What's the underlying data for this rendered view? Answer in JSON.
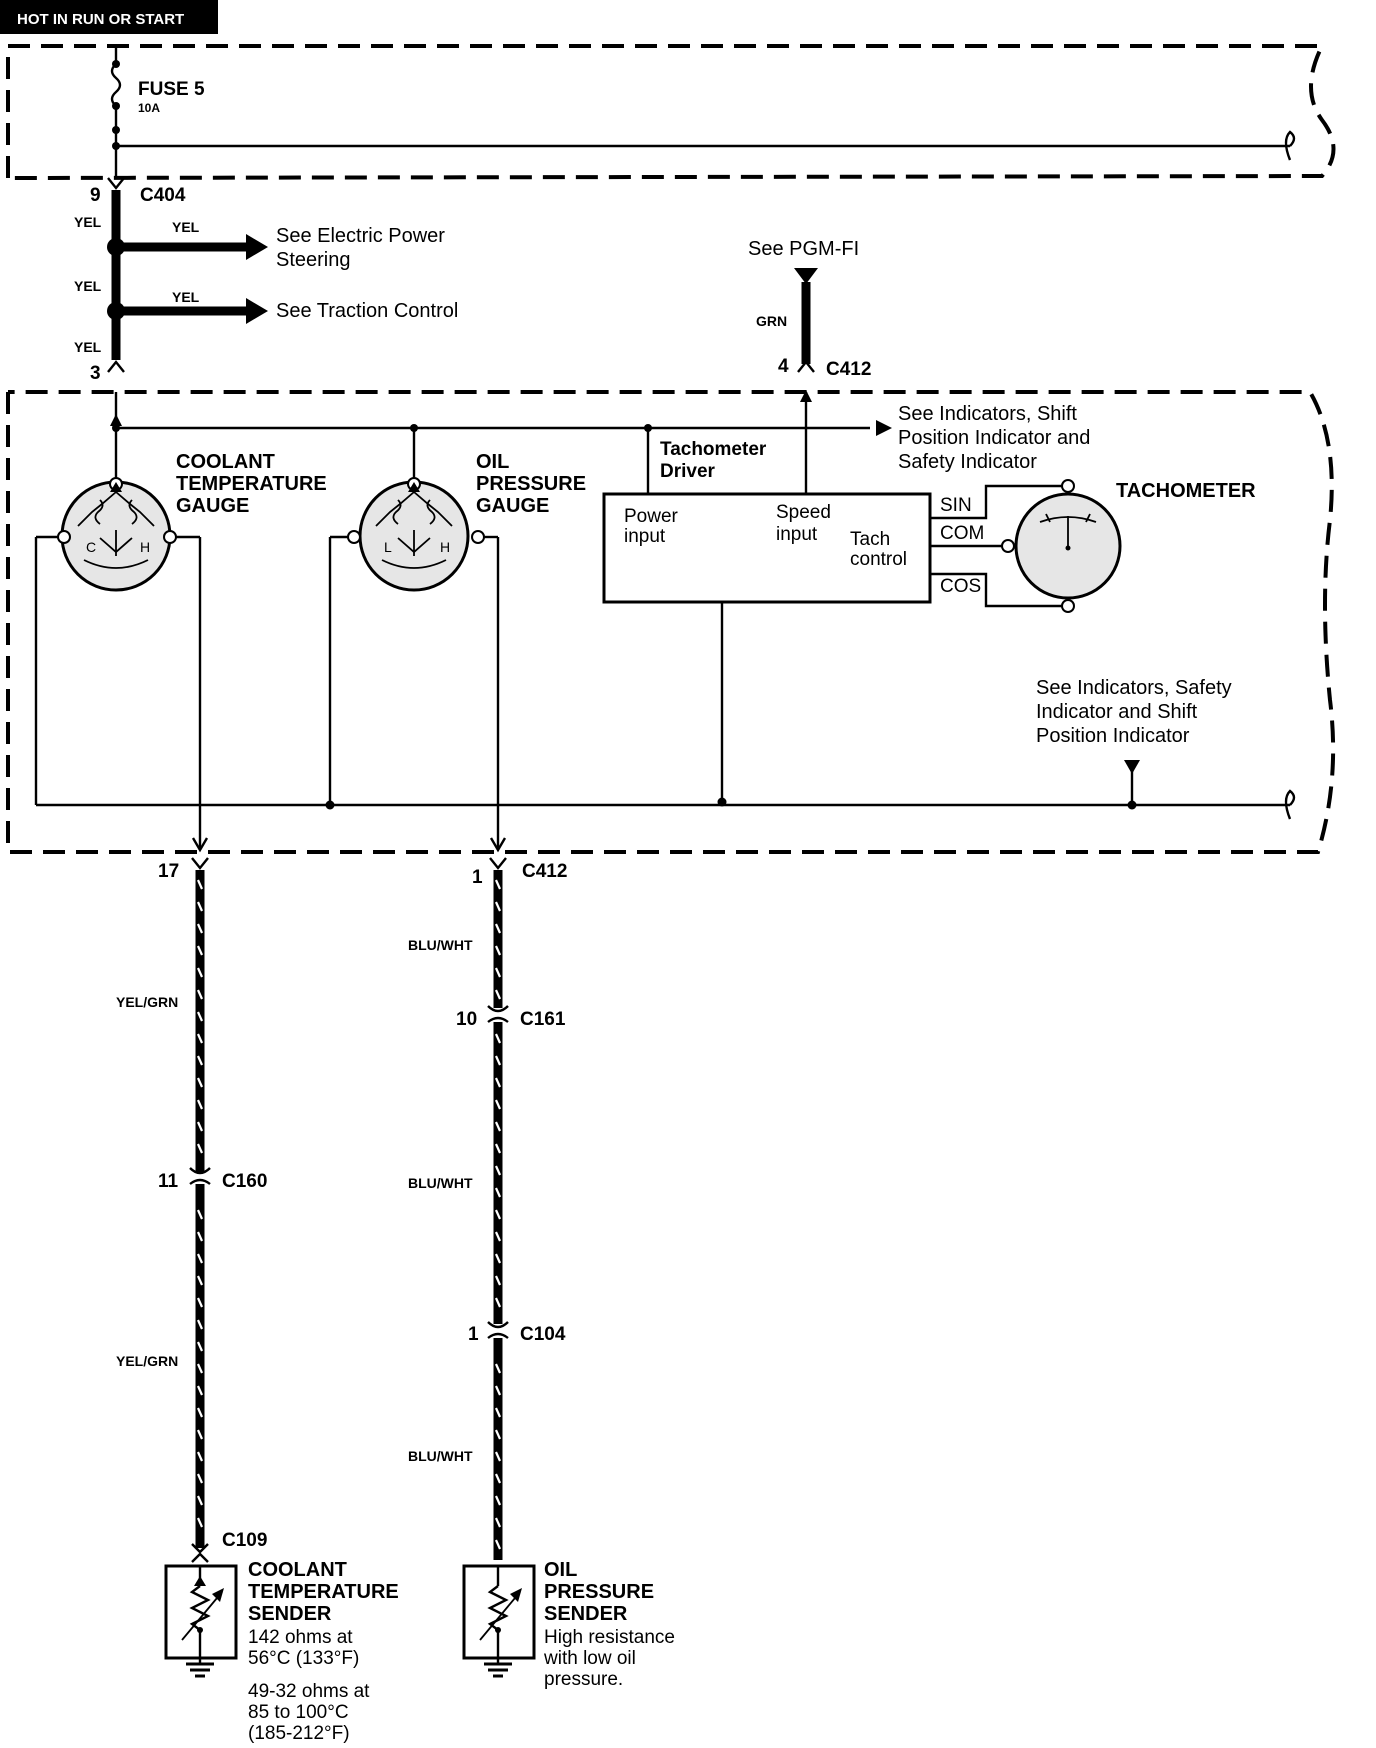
{
  "header": {
    "label": "HOT IN RUN OR START"
  },
  "fuse": {
    "name": "FUSE 5",
    "rating": "10A"
  },
  "connectors": {
    "c404": {
      "name": "C404",
      "pin_top": "9",
      "pin_bottom": "3"
    },
    "c412_top": {
      "name": "C412",
      "pin": "4"
    },
    "c412_bottom": {
      "name": "C412",
      "pin_left": "17",
      "pin_right": "1"
    },
    "c161": {
      "name": "C161",
      "pin": "10"
    },
    "c160": {
      "name": "C160",
      "pin": "11"
    },
    "c104": {
      "name": "C104",
      "pin": "1"
    },
    "c109": {
      "name": "C109"
    }
  },
  "wires": {
    "yel": "YEL",
    "grn": "GRN",
    "yel_grn": "YEL/GRN",
    "blu_wht": "BLU/WHT"
  },
  "refs": {
    "eps": [
      "See Electric Power",
      "Steering"
    ],
    "traction": "See Traction Control",
    "pgm": "See PGM-FI",
    "indicators_shift": [
      "See Indicators, Shift",
      "Position Indicator and",
      "Safety Indicator"
    ],
    "indicators_safety": [
      "See Indicators, Safety",
      "Indicator and Shift",
      "Position Indicator"
    ]
  },
  "components": {
    "coolant_gauge": [
      "COOLANT",
      "TEMPERATURE",
      "GAUGE"
    ],
    "coolant_gauge_scale": {
      "low": "C",
      "high": "H"
    },
    "oil_gauge": [
      "OIL",
      "PRESSURE",
      "GAUGE"
    ],
    "oil_gauge_scale": {
      "low": "L",
      "high": "H"
    },
    "tach_driver": [
      "Tachometer",
      "Driver"
    ],
    "tach_driver_inputs": {
      "power": [
        "Power",
        "input"
      ],
      "speed": [
        "Speed",
        "input"
      ],
      "control": [
        "Tach",
        "control"
      ]
    },
    "tachometer": "TACHOMETER",
    "tach_terminals": {
      "sin": "SIN",
      "com": "COM",
      "cos": "COS"
    },
    "coolant_sender": {
      "name": [
        "COOLANT",
        "TEMPERATURE",
        "SENDER"
      ],
      "spec1": [
        "142 ohms at",
        "56°C (133°F)"
      ],
      "spec2": [
        "49-32 ohms at",
        "85 to 100°C",
        "(185-212°F)"
      ]
    },
    "oil_sender": {
      "name": [
        "OIL",
        "PRESSURE",
        "SENDER"
      ],
      "spec": [
        "High resistance",
        "with low oil",
        "pressure."
      ]
    }
  }
}
